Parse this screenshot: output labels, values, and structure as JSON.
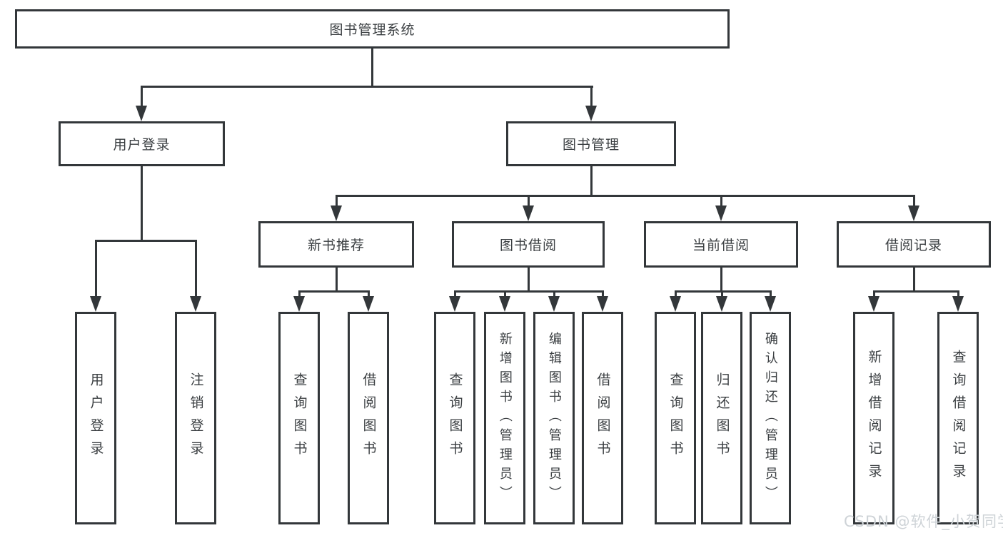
{
  "diagram": {
    "title": "图书管理系统",
    "level2": [
      "用户登录",
      "图书管理"
    ],
    "level3": [
      "新书推荐",
      "图书借阅",
      "当前借阅",
      "借阅记录"
    ],
    "leaves": {
      "user_login": [
        "用户登录",
        "注销登录"
      ],
      "new_book": [
        "查询图书",
        "借阅图书"
      ],
      "book_borrow": [
        "查询图书",
        "新增图书（管理员）",
        "编辑图书（管理员）",
        "借阅图书"
      ],
      "current_borrow": [
        "查询图书",
        "归还图书",
        "确认归还（管理员）"
      ],
      "records": [
        "新增借阅记录",
        "查询借阅记录"
      ]
    },
    "watermark": "CSDN @软件_小贺同学",
    "colors": {
      "line": "#33373a",
      "text": "#3a3e41",
      "watermark": "#ced3d7",
      "background": "#ffffff"
    }
  }
}
